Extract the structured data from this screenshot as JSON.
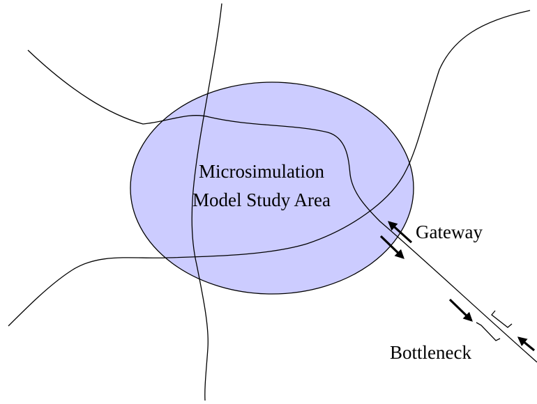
{
  "diagram": {
    "study_area_label": [
      "Microsimulation",
      "Model Study Area"
    ],
    "gateway_label": "Gateway",
    "bottleneck_label": "Bottleneck",
    "colors": {
      "study_area_fill": "#ccccff",
      "study_area_stroke": "#000000",
      "lines": "#000000",
      "background": "#ffffff"
    }
  }
}
